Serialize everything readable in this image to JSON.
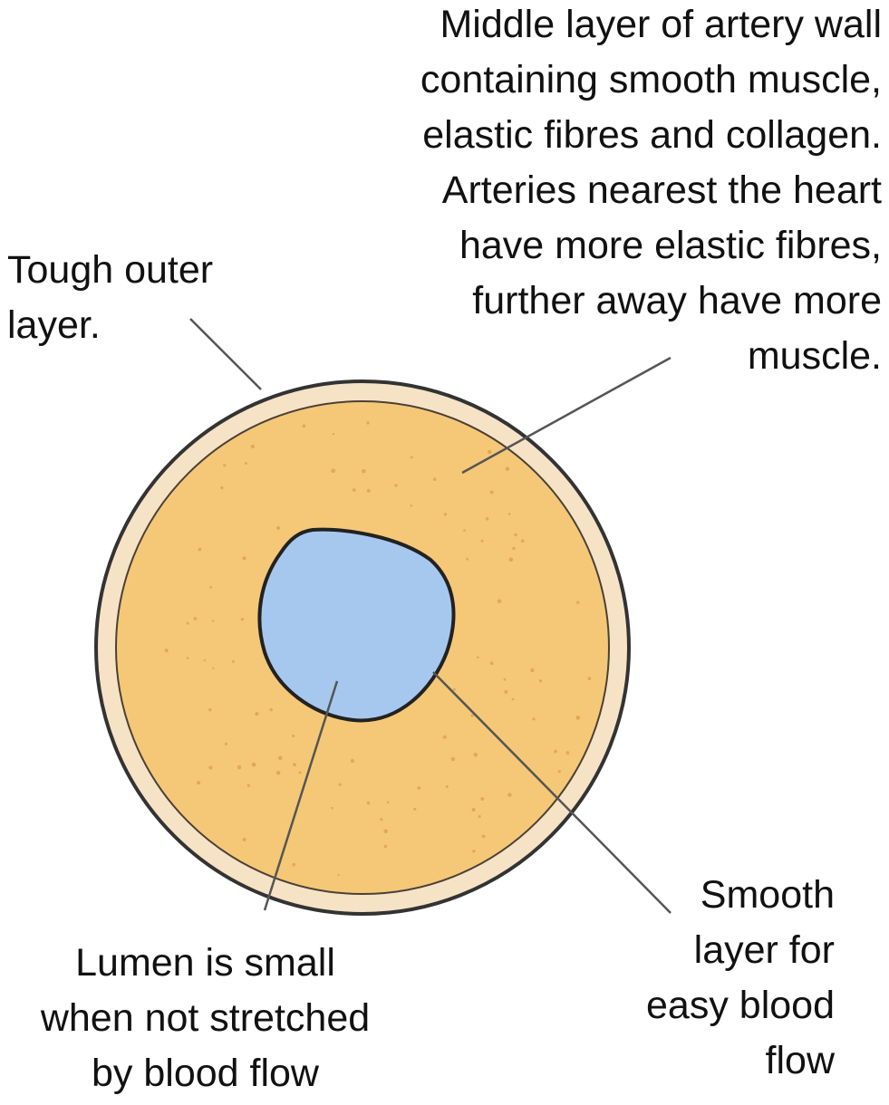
{
  "labels": {
    "middle_layer": [
      "Middle layer of artery wall",
      "containing smooth muscle,",
      "elastic fibres and collagen.",
      "Arteries nearest the heart",
      "have more elastic fibres,",
      "further away have more",
      "muscle."
    ],
    "outer_layer": [
      "Tough outer",
      "layer."
    ],
    "lumen": [
      "Lumen is small",
      "when not stretched",
      "by blood flow"
    ],
    "smooth_layer": [
      "Smooth",
      "layer for",
      "easy blood",
      "flow"
    ]
  },
  "colors": {
    "outer_layer": "#f6e3c6",
    "middle_layer": "#f5c877",
    "lumen": "#a7c8ee",
    "outline": "#333333",
    "leader_line": "#555555",
    "speckle": "#e2a955"
  }
}
